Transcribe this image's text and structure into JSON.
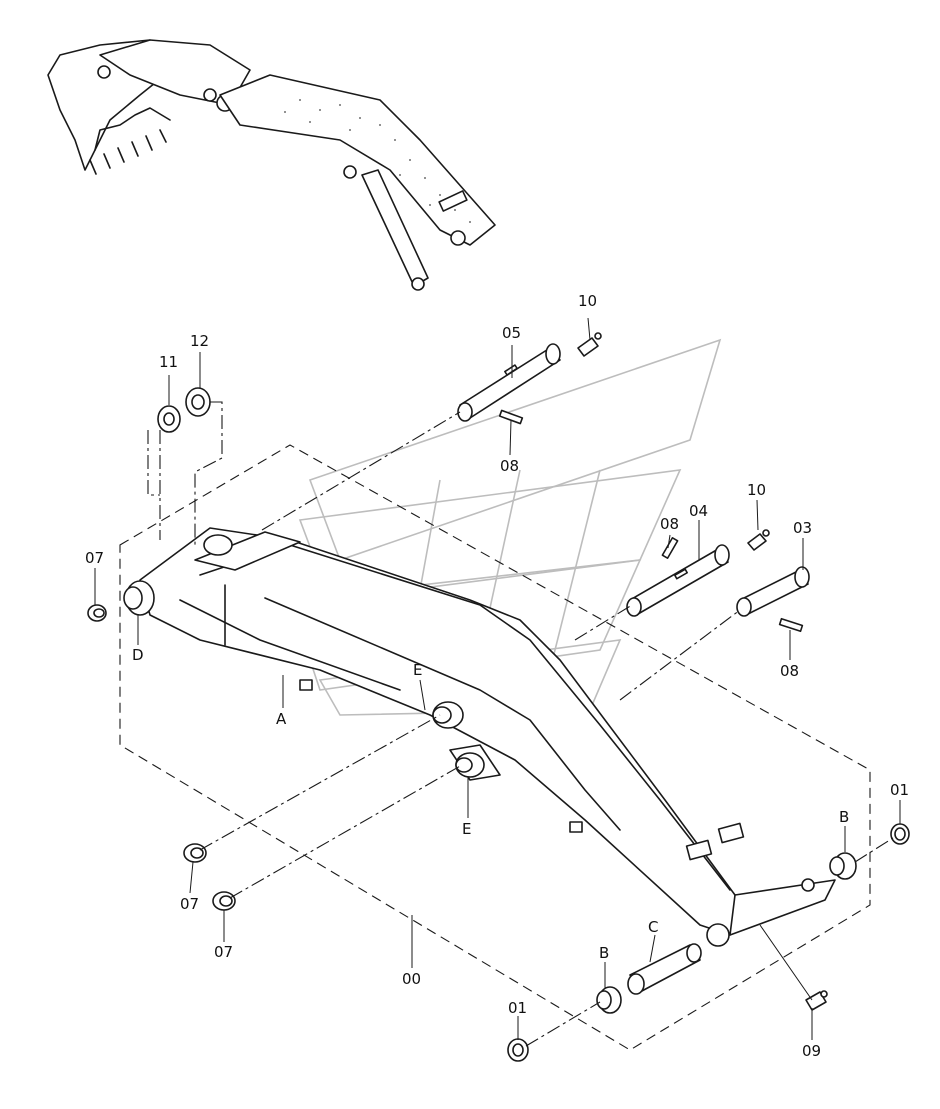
{
  "callouts": [
    {
      "id": "c10a",
      "text": "10"
    },
    {
      "id": "c05",
      "text": "05"
    },
    {
      "id": "c11",
      "text": "11"
    },
    {
      "id": "c12",
      "text": "12"
    },
    {
      "id": "c08a",
      "text": "08"
    },
    {
      "id": "c10b",
      "text": "10"
    },
    {
      "id": "c08b",
      "text": "08"
    },
    {
      "id": "c04",
      "text": "04"
    },
    {
      "id": "c03",
      "text": "03"
    },
    {
      "id": "c07a",
      "text": "07"
    },
    {
      "id": "cD",
      "text": "D"
    },
    {
      "id": "cE1",
      "text": "E"
    },
    {
      "id": "cA",
      "text": "A"
    },
    {
      "id": "c08c",
      "text": "08"
    },
    {
      "id": "cE2",
      "text": "E"
    },
    {
      "id": "c01a",
      "text": "01"
    },
    {
      "id": "cB1",
      "text": "B"
    },
    {
      "id": "c07b",
      "text": "07"
    },
    {
      "id": "c07c",
      "text": "07"
    },
    {
      "id": "c00",
      "text": "00"
    },
    {
      "id": "cC",
      "text": "C"
    },
    {
      "id": "cB2",
      "text": "B"
    },
    {
      "id": "c01b",
      "text": "01"
    },
    {
      "id": "c09",
      "text": "09"
    }
  ]
}
